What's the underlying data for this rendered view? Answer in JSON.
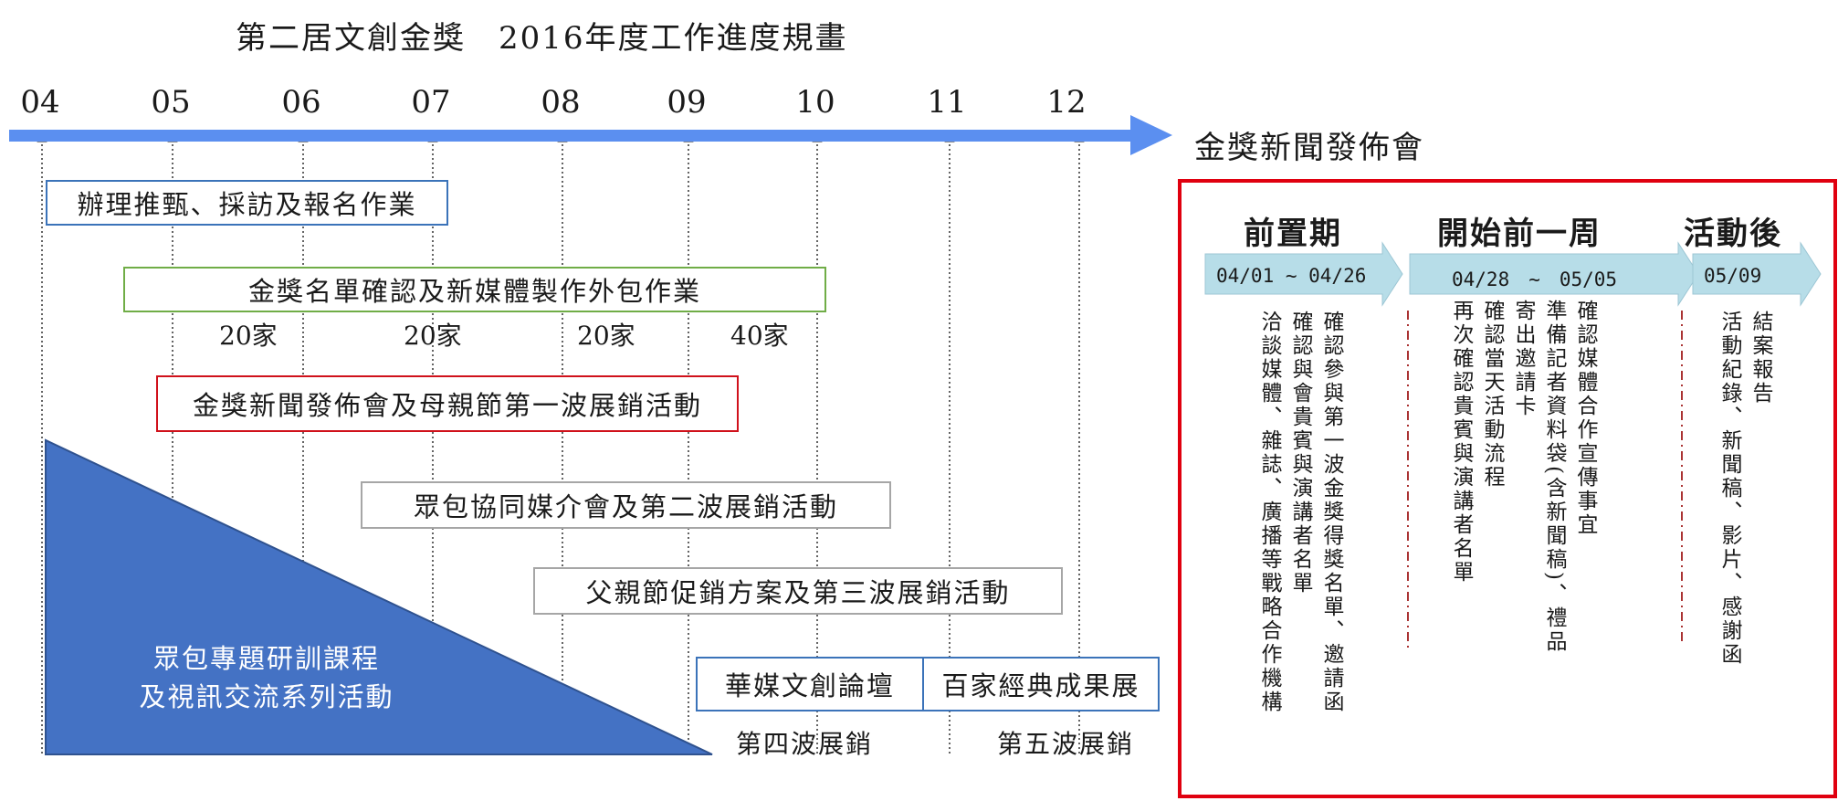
{
  "title": "第二居文創金獎　2016年度工作進度規畫",
  "months": [
    "04",
    "05",
    "06",
    "07",
    "08",
    "09",
    "10",
    "11",
    "12"
  ],
  "timeline_end_label": "金獎新聞發佈會",
  "colors": {
    "arrow": "#5b8ff0",
    "triangle": "#4472c4",
    "panel_border": "#e0000f",
    "phase_arrow": "#b7dde8"
  },
  "tasks": [
    {
      "label": "辦理推甄、採訪及報名作業",
      "border": "#3b73b9"
    },
    {
      "label": "金獎名單確認及新媒體製作外包作業",
      "border": "#70ad47"
    },
    {
      "label": "金獎新聞發佈會及母親節第一波展銷活動",
      "border": "#d0111b"
    },
    {
      "label": "眾包協同媒介會及第二波展銷活動",
      "border": "#a6a6a6"
    },
    {
      "label": "父親節促銷方案及第三波展銷活動",
      "border": "#a6a6a6"
    },
    {
      "label": "華媒文創論壇",
      "border": "#3b73b9"
    },
    {
      "label": "百家經典成果展",
      "border": "#3b73b9"
    }
  ],
  "counts": [
    "20家",
    "20家",
    "20家",
    "40家"
  ],
  "waves": [
    "第四波展銷",
    "第五波展銷"
  ],
  "triangle_text": [
    "眾包專題研訓課程",
    "及視訊交流系列活動"
  ],
  "phases": [
    {
      "title": "前置期",
      "range": "04/01 ~ 04/26",
      "items": [
        "確認參與第一波金獎得獎名單、邀請函",
        "確認與會貴賓與演講者名單",
        "洽談媒體、雜誌、廣播等戰略合作機構"
      ]
    },
    {
      "title": "開始前一周",
      "range": "04/28　~　05/05",
      "items": [
        "確認媒體合作宣傳事宜",
        "準備記者資料袋(含新聞稿)、禮品",
        "寄出邀請卡",
        "確認當天活動流程",
        "再次確認貴賓與演講者名單"
      ]
    },
    {
      "title": "活動後",
      "range": "05/09",
      "items": [
        "結案報告",
        "活動紀錄、新聞稿、影片、感謝函"
      ]
    }
  ]
}
